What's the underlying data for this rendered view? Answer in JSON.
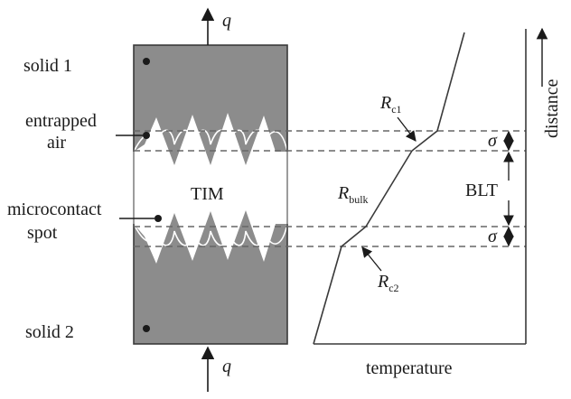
{
  "labels": {
    "solid1": "solid 1",
    "entrapped_air_line1": "entrapped",
    "entrapped_air_line2": "air",
    "microcontact_line1": "microcontact",
    "microcontact_line2": "spot",
    "solid2": "solid 2",
    "tim": "TIM",
    "q_top": "q",
    "q_bottom": "q",
    "temperature_axis": "temperature",
    "distance_axis": "distance",
    "blt": "BLT",
    "sigma_top": "σ",
    "sigma_bottom": "σ",
    "r_c1_main": "R",
    "r_c1_sub": "c1",
    "r_bulk_main": "R",
    "r_bulk_sub": "bulk",
    "r_c2_main": "R",
    "r_c2_sub": "c2"
  },
  "colors": {
    "solid_fill": "#8c8c8c",
    "stroke": "#3a3a3a",
    "dash": "#666666",
    "text": "#1a1a1a"
  }
}
